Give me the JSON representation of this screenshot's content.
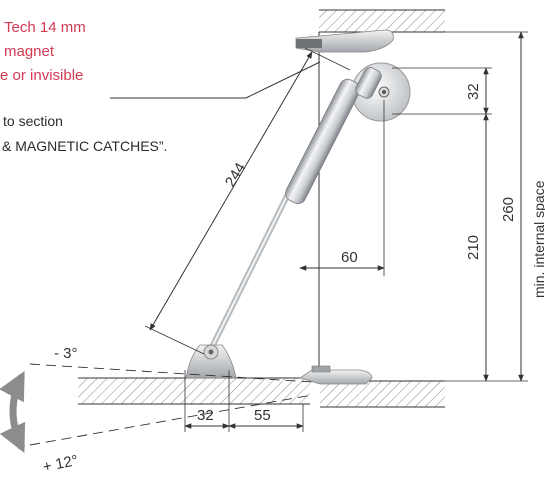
{
  "colors": {
    "note_red": "#d23a52",
    "dim_line": "#333333",
    "hatch": "#8a8a8a",
    "arrow_grey": "#8c8c8c",
    "metal_light": "#e4e6e8",
    "metal_dark": "#9a9ea2"
  },
  "note": {
    "red_lines": [
      "Tech 14 mm",
      "magnet",
      "e or invisible"
    ],
    "grey_lines": [
      "to section",
      "& MAGNETIC CATCHES”."
    ]
  },
  "dimensions": {
    "strut_length": "244",
    "pivot_offset": "32",
    "stroke_height": "210",
    "total_height": "260",
    "horizontal_offset": "60",
    "base_offset_a": "32",
    "base_offset_b": "55",
    "internal_label": "min. internal space"
  },
  "angles": {
    "upper": "- 3°",
    "lower": "+ 12°"
  }
}
